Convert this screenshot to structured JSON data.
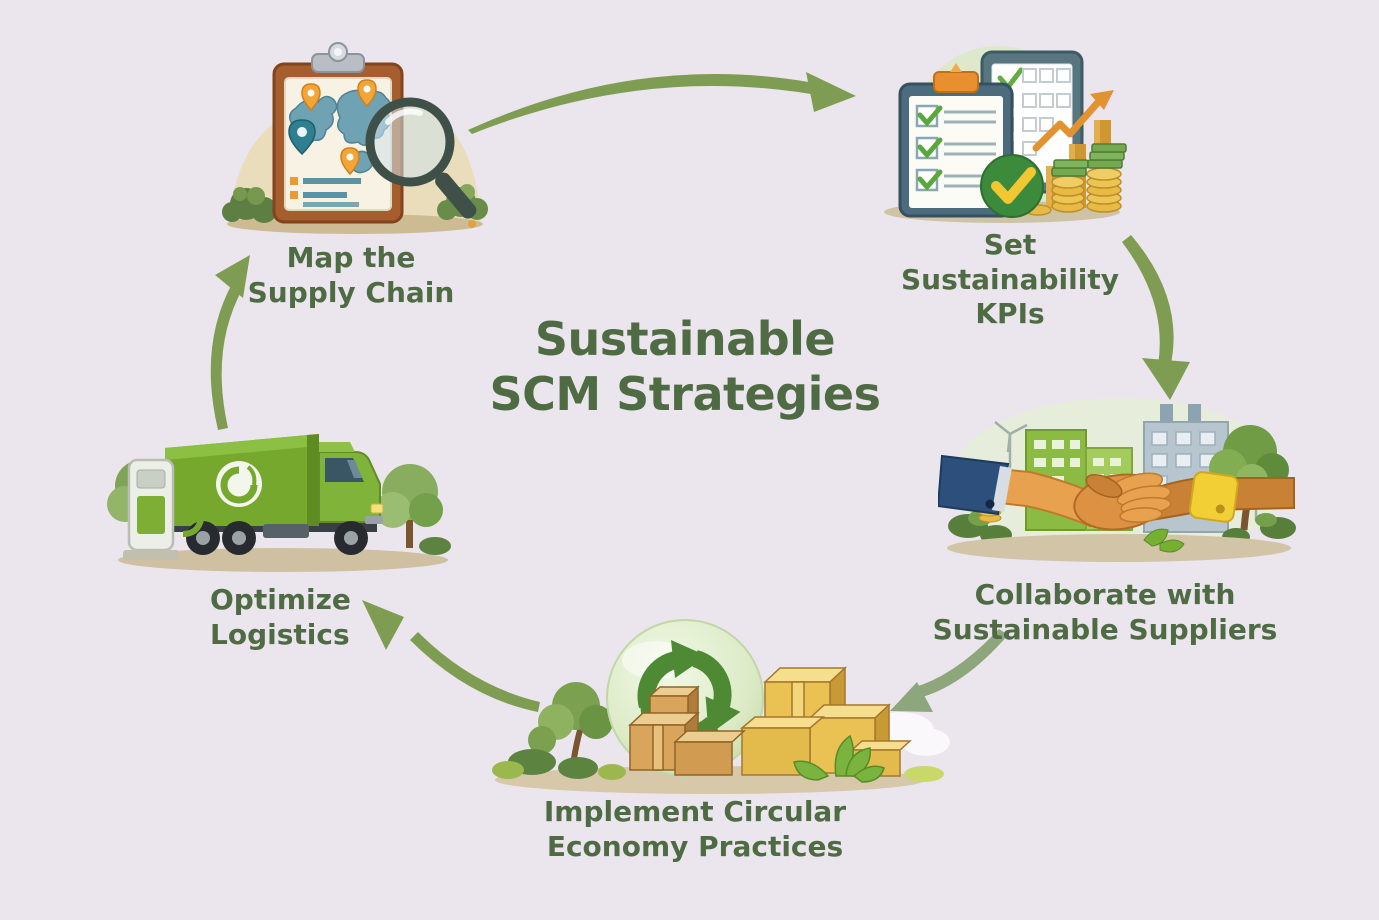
{
  "title": {
    "lines": [
      "Sustainable",
      "SCM Strategies"
    ]
  },
  "steps": [
    {
      "name": "map-supply-chain",
      "order": 1,
      "lines": [
        "Map the",
        "Supply Chain"
      ],
      "illustration": "clipboard-with-world-map-pins-and-magnifier"
    },
    {
      "name": "set-sustainability-kpis",
      "order": 2,
      "lines": [
        "Set",
        "Sustainability",
        "KPIs"
      ],
      "illustration": "checklists-check-badge-bar-chart-and-coins"
    },
    {
      "name": "collaborate-with-sustainable-suppliers",
      "order": 3,
      "lines": [
        "Collaborate with",
        "Sustainable Suppliers"
      ],
      "illustration": "handshake-in-front-of-green-buildings-and-trees"
    },
    {
      "name": "implement-circular-economy-practices",
      "order": 4,
      "lines": [
        "Implement Circular",
        "Economy Practices"
      ],
      "illustration": "green-sphere-with-recycle-symbol-and-cardboard-boxes"
    },
    {
      "name": "optimize-logistics",
      "order": 5,
      "lines": [
        "Optimize",
        "Logistics"
      ],
      "illustration": "green-electric-truck-with-charging-station"
    }
  ],
  "flow": [
    {
      "from": "map-supply-chain",
      "to": "set-sustainability-kpis"
    },
    {
      "from": "set-sustainability-kpis",
      "to": "collaborate-with-sustainable-suppliers"
    },
    {
      "from": "collaborate-with-sustainable-suppliers",
      "to": "implement-circular-economy-practices"
    },
    {
      "from": "implement-circular-economy-practices",
      "to": "optimize-logistics"
    },
    {
      "from": "optimize-logistics",
      "to": "map-supply-chain"
    }
  ],
  "colors": {
    "background": "#ece6ee",
    "text_green": "#4f6b43",
    "arrow_olive": "#7f9d52",
    "arrow_sage": "#8ea67b",
    "truck_green": "#76a82e",
    "accent_orange": "#e89a37",
    "map_teal": "#5b93a6"
  }
}
